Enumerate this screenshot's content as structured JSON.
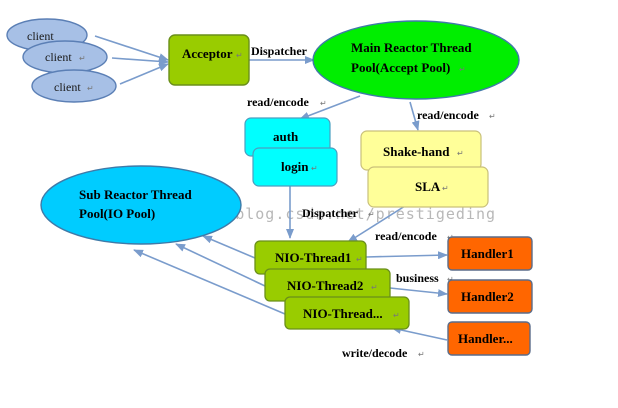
{
  "clients": [
    "client",
    "client",
    "client"
  ],
  "nodes": {
    "acceptor": "Acceptor",
    "main_reactor_line1": "Main Reactor Thread",
    "main_reactor_line2": "Pool(Accept Pool)",
    "auth": "auth",
    "login": "login",
    "shake_hand": "Shake-hand",
    "sla": "SLA",
    "sub_reactor_line1": "Sub Reactor Thread",
    "sub_reactor_line2": "Pool(IO Pool)",
    "nio_thread_1": "NIO-Thread1",
    "nio_thread_2": "NIO-Thread2",
    "nio_thread_3": "NIO-Thread...",
    "handler_1": "Handler1",
    "handler_2": "Handler2",
    "handler_3": "Handler..."
  },
  "edges": {
    "dispatcher_top": "Dispatcher",
    "read_encode_left": "read/encode",
    "read_encode_right": "read/encode",
    "dispatcher_mid": "Dispatcher",
    "read_encode_bottom": "read/encode",
    "business": "business",
    "write_decode": "write/decode"
  },
  "watermark": "http://blog.csdn.net/prestigeding",
  "paragraph_mark": "↵",
  "colors": {
    "client_fill": "#a7c0e6",
    "client_stroke": "#5b7fb5",
    "acceptor_fill": "#99cc00",
    "main_reactor_fill": "#00ee00",
    "auth_login_fill": "#00ffff",
    "shake_sla_fill": "#ffff99",
    "sub_reactor_fill": "#00ccff",
    "nio_fill": "#99cc00",
    "handler_fill": "#ff6600",
    "arrow": "#7a9ccc"
  }
}
